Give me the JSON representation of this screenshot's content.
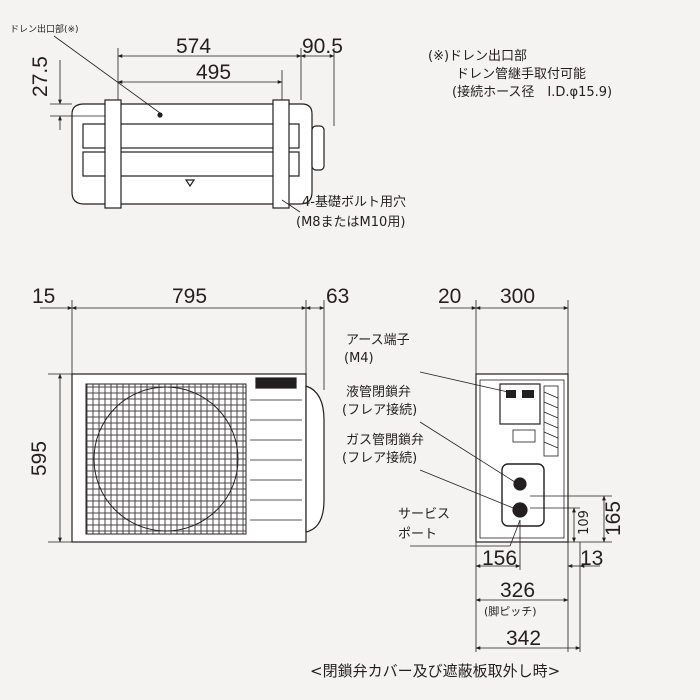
{
  "drain_label": "ドレン出口部(※)",
  "top_view": {
    "dim_width": "574",
    "dim_right": "90.5",
    "dim_pitch": "495",
    "dim_depth": "27.5",
    "bolt_label": "4-基礎ボルト用穴",
    "bolt_spec": "(M8またはM10用)"
  },
  "notes": {
    "line1": "(※)ドレン出口部",
    "line2": "ドレン管継手取付可能",
    "line3": "(接続ホース径　I.D.φ15.9)"
  },
  "front_view": {
    "dim_left": "15",
    "dim_width": "795",
    "dim_right": "63",
    "dim_height": "595"
  },
  "side_view": {
    "dim_left": "20",
    "dim_depth": "300",
    "dim_165": "165",
    "dim_109": "109",
    "dim_156": "156",
    "dim_13": "13",
    "dim_326": "326",
    "pitch_label": "(脚ピッチ)",
    "dim_342": "342"
  },
  "labels": {
    "earth": "アース端子",
    "earth_spec": "(M4)",
    "liquid_valve": "液管閉鎖弁",
    "liquid_spec": "(フレア接続)",
    "gas_valve": "ガス管閉鎖弁",
    "gas_spec": "(フレア接続)",
    "service": "サービス",
    "port": "ポート"
  },
  "caption": "<閉鎖弁カバー及び遮蔽板取外し時>",
  "colors": {
    "line": "#231f20",
    "fill": "#ffffff",
    "background": "#f4f3f1"
  }
}
